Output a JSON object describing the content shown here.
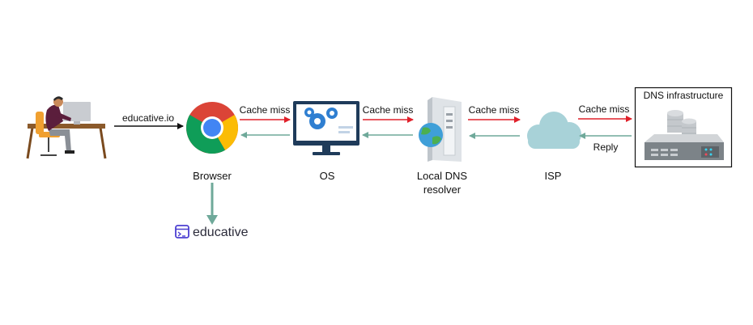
{
  "nodes": {
    "user_url": "educative.io",
    "browser": "Browser",
    "os": "OS",
    "resolver_line1": "Local DNS",
    "resolver_line2": "resolver",
    "isp": "ISP",
    "dns_infra": "DNS infrastructure"
  },
  "edges": {
    "browser_to_os": "Cache miss",
    "os_to_resolver": "Cache miss",
    "resolver_to_isp": "Cache miss",
    "isp_to_infra": "Cache miss",
    "infra_reply": "Reply"
  },
  "brand": {
    "name": "educative"
  },
  "colors": {
    "request_arrow": "#e0202a",
    "response_arrow": "#6fa99a",
    "brand": "#4c3fd1"
  }
}
